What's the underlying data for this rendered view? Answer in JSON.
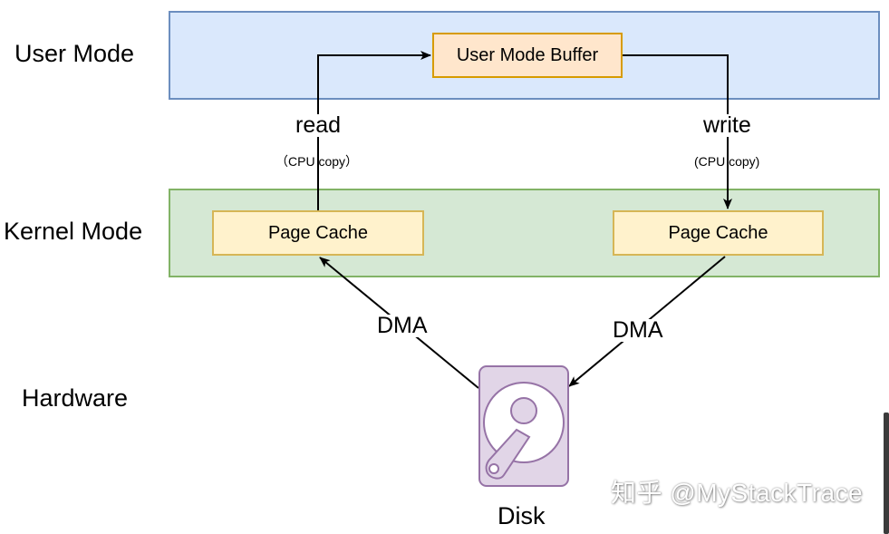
{
  "layers": {
    "user": "User Mode",
    "kernel": "Kernel Mode",
    "hardware": "Hardware"
  },
  "nodes": {
    "user_buffer": "User Mode Buffer",
    "page_cache_left": "Page Cache",
    "page_cache_right": "Page Cache",
    "disk": "Disk"
  },
  "edges": {
    "read": {
      "label": "read",
      "note": "（CPU copy）"
    },
    "write": {
      "label": "write",
      "note": "(CPU copy)"
    },
    "dma_left": "DMA",
    "dma_right": "DMA"
  },
  "watermark": "知乎 @MyStackTrace",
  "colors": {
    "user_band_fill": "#dae8fc",
    "user_band_stroke": "#6c8ebf",
    "kernel_band_fill": "#d5e8d4",
    "kernel_band_stroke": "#82b366",
    "buffer_fill": "#ffe6cc",
    "buffer_stroke": "#d79b00",
    "cache_fill": "#fff2cc",
    "cache_stroke": "#d6b656",
    "disk_fill": "#e1d5e7",
    "disk_stroke": "#9673a6"
  }
}
